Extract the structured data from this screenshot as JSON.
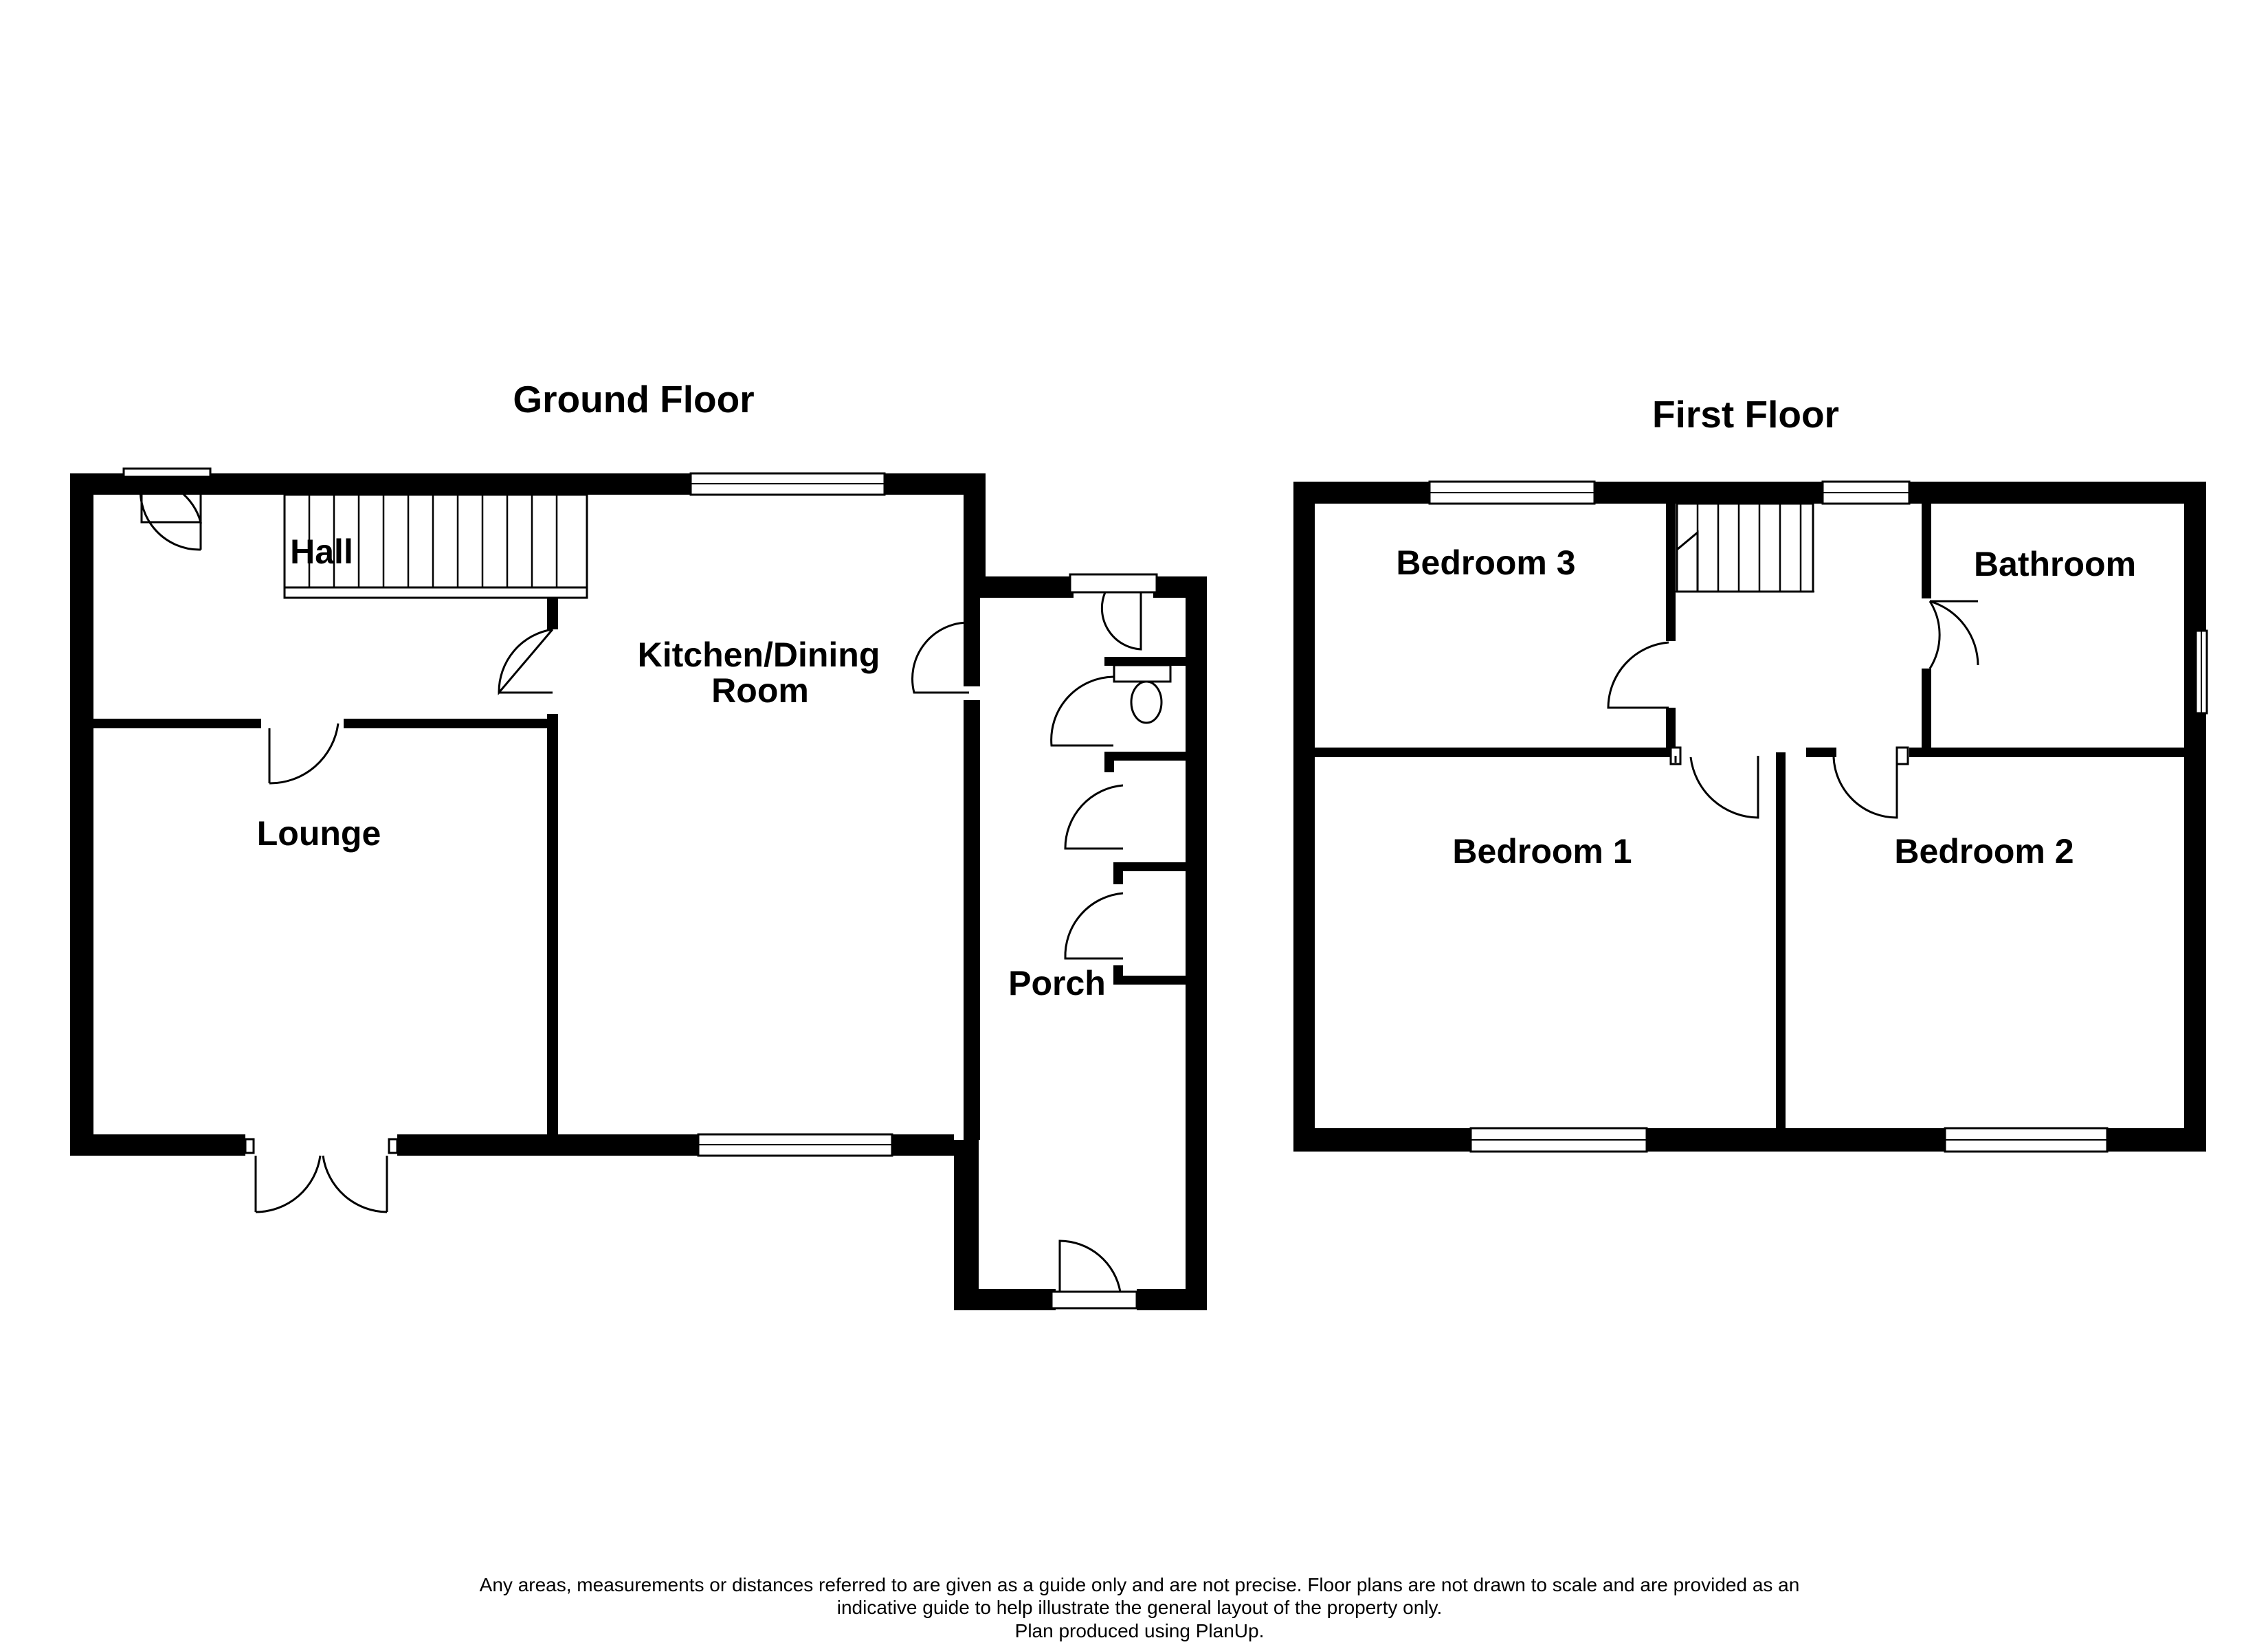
{
  "ground_floor": {
    "title": "Ground Floor",
    "rooms": {
      "hall": "Hall",
      "kitchen_line1": "Kitchen/Dining",
      "kitchen_line2": "Room",
      "lounge": "Lounge",
      "porch": "Porch"
    }
  },
  "first_floor": {
    "title": "First Floor",
    "rooms": {
      "bedroom3": "Bedroom 3",
      "bathroom": "Bathroom",
      "bedroom1": "Bedroom 1",
      "bedroom2": "Bedroom 2"
    }
  },
  "disclaimer": {
    "line1": "Any areas, measurements or distances referred to are given as a guide only and are not precise. Floor plans are not drawn to scale and are provided as an",
    "line2": "indicative guide to help illustrate the general layout of the property only.",
    "line3": "Plan produced using PlanUp."
  }
}
